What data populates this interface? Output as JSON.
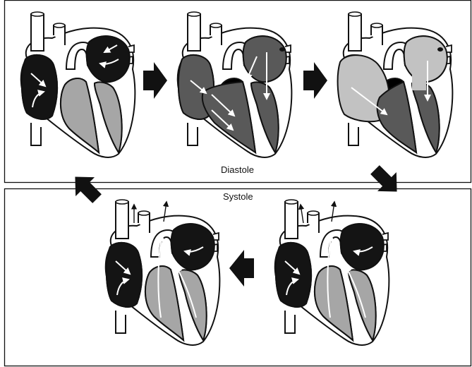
{
  "phases": {
    "diastole_label": "Diastole",
    "systole_label": "Systole"
  },
  "colors": {
    "chamber_black": "#141414",
    "chamber_dark_gray": "#595959",
    "chamber_mid_gray": "#a6a6a6",
    "chamber_light_gray": "#c2c2c2",
    "outline": "#111111",
    "background": "#ffffff"
  },
  "icons": {
    "transition_arrow": "black-arrow-icon",
    "cycle_arrow": "black-arrow-icon",
    "flow_arrow": "white-flow-arrow-icon",
    "ejection_arrow": "thin-black-arrow-icon"
  },
  "hearts": [
    {
      "id": "heart-diastole-1",
      "phase": "diastole",
      "atria": "#141414",
      "ventricles": "#a6a6a6",
      "ejecting": false
    },
    {
      "id": "heart-diastole-2",
      "phase": "diastole",
      "atria": "#595959",
      "ventricles": "#595959",
      "ejecting": false
    },
    {
      "id": "heart-diastole-3",
      "phase": "diastole",
      "atria": "#c2c2c2",
      "ventricles": "#595959",
      "ejecting": false
    },
    {
      "id": "heart-systole-1",
      "phase": "systole",
      "atria": "#141414",
      "ventricles": "#a6a6a6",
      "ejecting": true
    },
    {
      "id": "heart-systole-2",
      "phase": "systole",
      "atria": "#141414",
      "ventricles": "#a6a6a6",
      "ejecting": true
    }
  ]
}
